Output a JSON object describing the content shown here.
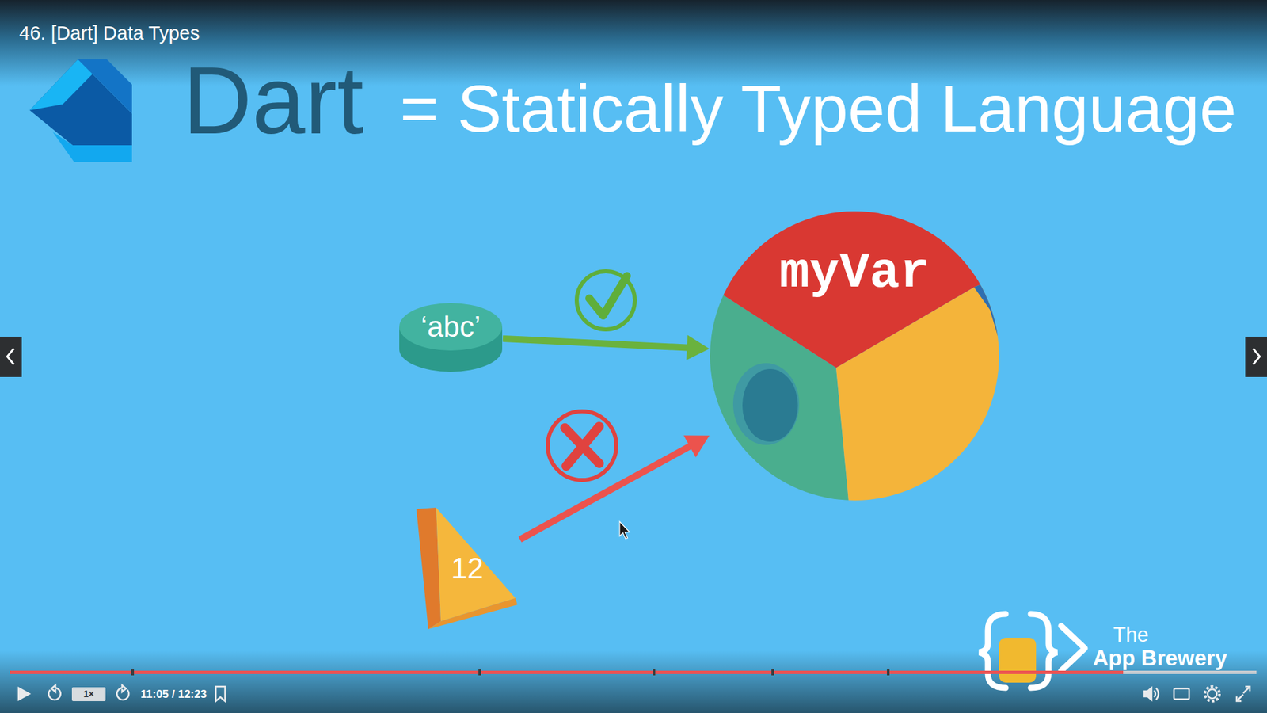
{
  "diagram": {
    "title": "46. [Dart] Data Types",
    "nodes": [
      {
        "text": [
          "‘abc’"
        ]
      },
      {
        "text": [
          "myVar"
        ]
      },
      {
        "text": [
          "12"
        ]
      }
    ],
    "edges": [
      {
        "from": 0,
        "to": 1,
        "arrow": "to"
      },
      {
        "from": 2,
        "to": 1,
        "arrow": "to"
      }
    ],
    "labels": [
      "Dart",
      "= Statically Typed Language",
      "The",
      "App Brewery",
      "1×",
      "11:05 / 12:23"
    ]
  }
}
